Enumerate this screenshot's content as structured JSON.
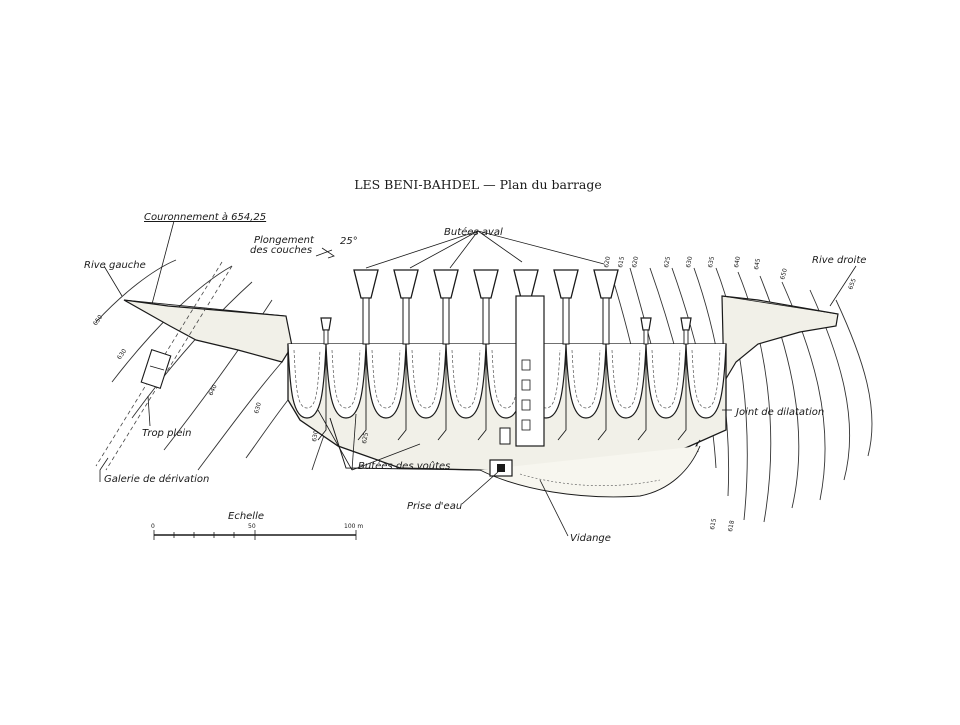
{
  "title": "LES BENI-BAHDEL — Plan du barrage",
  "labels": {
    "couronnement": "Couronnement à 654,25",
    "rive_gauche": "Rive gauche",
    "rive_droite": "Rive droite",
    "plongement_1": "Plongement",
    "plongement_2": "des couches",
    "angle": "25°",
    "butees_aval": "Butées aval",
    "trop_plein": "Trop plein",
    "galerie": "Galerie de dérivation",
    "butees_voutes": "Butées des voûtes",
    "prise_eau": "Prise d'eau",
    "vidange": "Vidange",
    "joint": "Joint de dilatation"
  },
  "scale": {
    "title": "Echelle",
    "ticks": [
      "0",
      "50",
      "100 m"
    ]
  },
  "contours": {
    "left": [
      "650",
      "630",
      "640",
      "630",
      "630",
      "625"
    ],
    "right": [
      "620",
      "615",
      "620",
      "625",
      "630",
      "635",
      "640",
      "645",
      "650",
      "655",
      "615",
      "618"
    ]
  },
  "colors": {
    "ink": "#1a1a1a",
    "paper": "#ffffff",
    "fill": "#f1f0e8"
  }
}
